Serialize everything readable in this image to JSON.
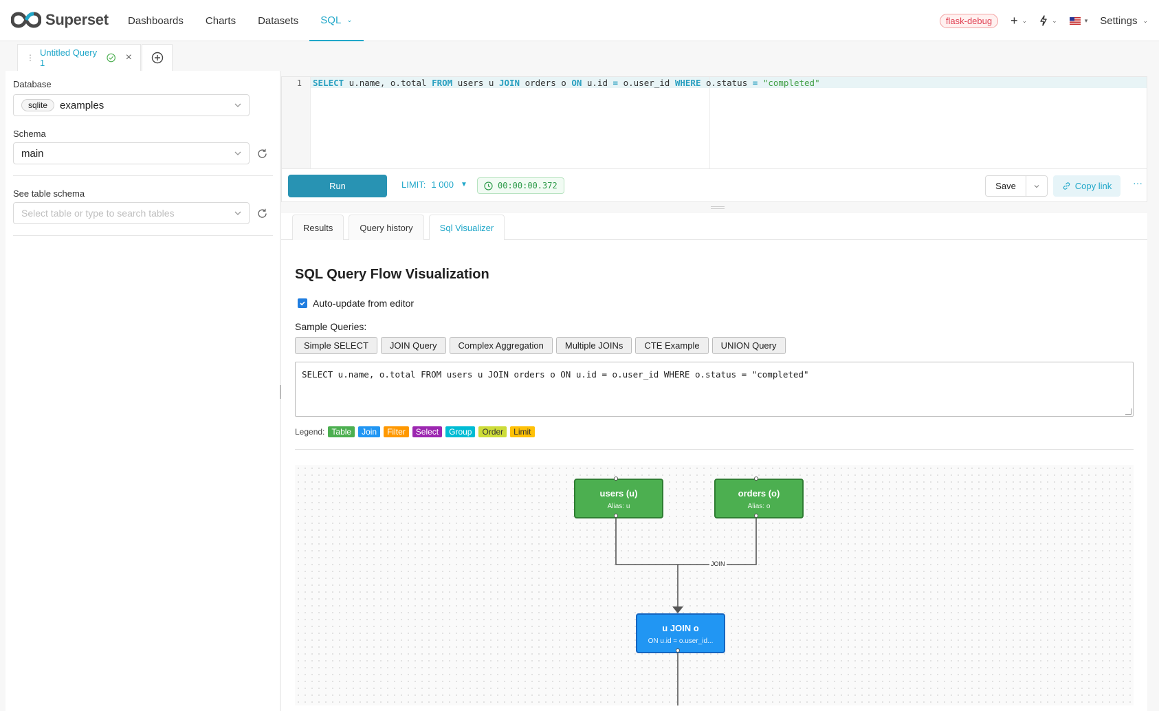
{
  "app": {
    "brand": "Superset",
    "nav": [
      "Dashboards",
      "Charts",
      "Datasets",
      "SQL"
    ],
    "env_badge": "flask-debug",
    "settings": "Settings"
  },
  "query_tab": {
    "label": "Untitled Query 1"
  },
  "left_panel": {
    "database_label": "Database",
    "database_tag": "sqlite",
    "database_value": "examples",
    "schema_label": "Schema",
    "schema_value": "main",
    "table_schema_label": "See table schema",
    "table_placeholder": "Select table or type to search tables"
  },
  "editor": {
    "line_number": "1",
    "sql_tokens": [
      {
        "t": "SELECT",
        "c": "kw"
      },
      {
        "t": " u.name, o.total ",
        "c": ""
      },
      {
        "t": "FROM",
        "c": "kw"
      },
      {
        "t": " users u ",
        "c": ""
      },
      {
        "t": "JOIN",
        "c": "kw"
      },
      {
        "t": " orders o ",
        "c": ""
      },
      {
        "t": "ON",
        "c": "kw"
      },
      {
        "t": " u.id ",
        "c": ""
      },
      {
        "t": "=",
        "c": "kw"
      },
      {
        "t": " o.user_id ",
        "c": ""
      },
      {
        "t": "WHERE",
        "c": "kw"
      },
      {
        "t": " o.status ",
        "c": ""
      },
      {
        "t": "=",
        "c": "kw"
      },
      {
        "t": " ",
        "c": ""
      },
      {
        "t": "\"completed\"",
        "c": "str"
      }
    ]
  },
  "toolbar": {
    "run": "Run",
    "limit_label": "LIMIT:",
    "limit_value": "1 000",
    "timer": "00:00:00.372",
    "save": "Save",
    "copy_link": "Copy link",
    "more": "···"
  },
  "result_tabs": [
    "Results",
    "Query history",
    "Sql Visualizer"
  ],
  "visualizer": {
    "title": "SQL Query Flow Visualization",
    "auto_update": "Auto-update from editor",
    "sample_label": "Sample Queries:",
    "samples": [
      "Simple SELECT",
      "JOIN Query",
      "Complex Aggregation",
      "Multiple JOINs",
      "CTE Example",
      "UNION Query"
    ],
    "sql_text": "SELECT u.name, o.total FROM users u JOIN orders o ON u.id = o.user_id WHERE o.status = \"completed\"",
    "legend_label": "Legend:",
    "legend": [
      {
        "label": "Table",
        "color": "#4caf50"
      },
      {
        "label": "Join",
        "color": "#2196f3"
      },
      {
        "label": "Filter",
        "color": "#ff9800"
      },
      {
        "label": "Select",
        "color": "#9c27b0"
      },
      {
        "label": "Group",
        "color": "#00bcd4"
      },
      {
        "label": "Order",
        "color": "#cddc39"
      },
      {
        "label": "Limit",
        "color": "#ffc107"
      }
    ],
    "nodes": {
      "users": {
        "title": "users (u)",
        "sub": "Alias: u"
      },
      "orders": {
        "title": "orders (o)",
        "sub": "Alias: o"
      },
      "join": {
        "title": "u JOIN o",
        "sub": "ON u.id = o.user_id..."
      }
    },
    "edge_label": "JOIN"
  },
  "colors": {
    "accent": "#20a7c9",
    "run": "#2893b3"
  }
}
